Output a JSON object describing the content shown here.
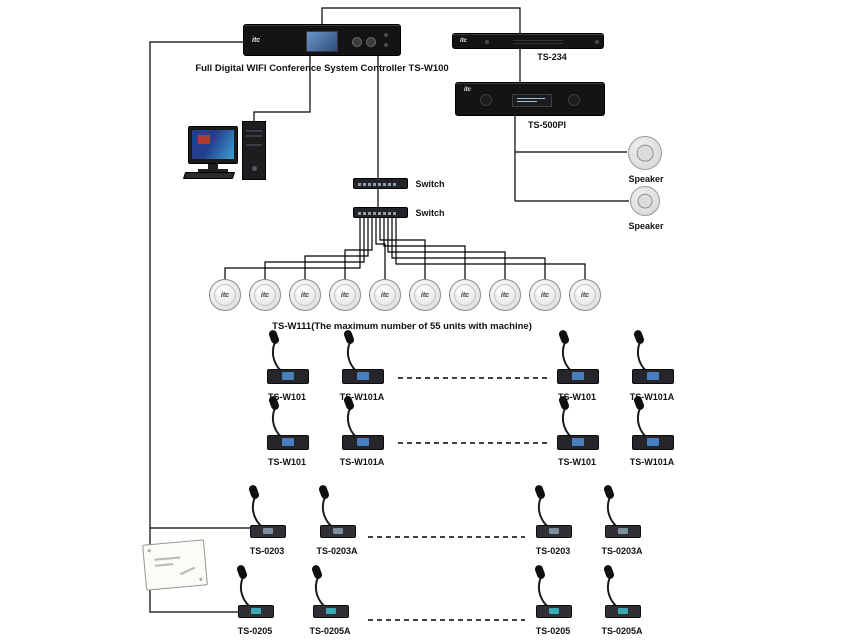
{
  "diagram": {
    "controller": {
      "brand": "itc",
      "label": "Full Digital WIFI Conference System Controller TS-W100"
    },
    "ts234": {
      "brand": "itc",
      "label": "TS-234"
    },
    "amp": {
      "brand": "itc",
      "label": "TS-500PI"
    },
    "speakers": [
      {
        "label": "Speaker"
      },
      {
        "label": "Speaker"
      }
    ],
    "switch_labels": [
      "Switch",
      "Switch"
    ],
    "ceiling_note": "TS-W111(The maximum number of 55 units with machine)",
    "ceiling_brand": "itc",
    "ceiling_unit_count": 10,
    "mic_rows": {
      "row1": [
        "TS-W101",
        "TS-W101A",
        "TS-W101",
        "TS-W101A"
      ],
      "row2": [
        "TS-W101",
        "TS-W101A",
        "TS-W101",
        "TS-W101A"
      ],
      "row3": [
        "TS-0203",
        "TS-0203A",
        "TS-0203",
        "TS-0203A"
      ],
      "row4": [
        "TS-0205",
        "TS-0205A",
        "TS-0205",
        "TS-0205A"
      ]
    },
    "colors": {
      "line": "#000000",
      "device": "#141416",
      "screen_blue": "#4a7fbf"
    }
  }
}
